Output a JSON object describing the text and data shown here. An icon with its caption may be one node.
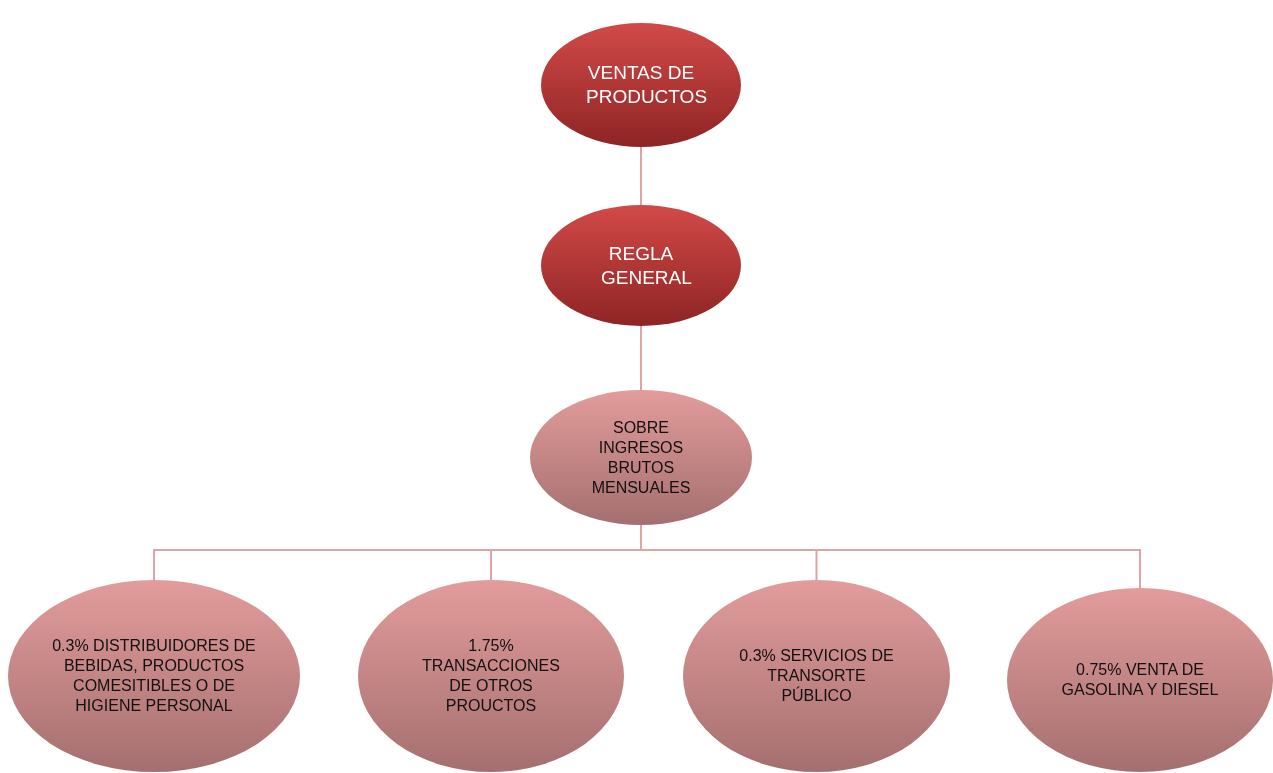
{
  "diagram": {
    "nodes": [
      {
        "text": [
          "VENTAS DE PRODUCTOS"
        ]
      },
      {
        "text": [
          "REGLA GENERAL"
        ]
      },
      {
        "text": [
          "SOBRE INGRESOS BRUTOS MENSUALES"
        ]
      },
      {
        "text": [
          "0.3% DISTRIBUIDORES DE BEBIDAS, PRODUCTOS COMESITIBLES O DE HIGIENE PERSONAL"
        ]
      },
      {
        "text": [
          "1.75% TRANSACCIONES DE OTROS PROUCTOS"
        ]
      },
      {
        "text": [
          "0.3% SERVICIOS DE TRANSORTE PÚBLICO"
        ]
      },
      {
        "text": [
          "0.75% VENTA DE GASOLINA Y DIESEL"
        ]
      }
    ],
    "edges": [
      {
        "from": 0,
        "to": 1,
        "arrow": "none"
      },
      {
        "from": 1,
        "to": 2,
        "arrow": "none"
      },
      {
        "from": 2,
        "to": 3,
        "arrow": "none"
      },
      {
        "from": 2,
        "to": 4,
        "arrow": "none"
      },
      {
        "from": 2,
        "to": 5,
        "arrow": "none"
      },
      {
        "from": 2,
        "to": 6,
        "arrow": "none"
      }
    ]
  }
}
